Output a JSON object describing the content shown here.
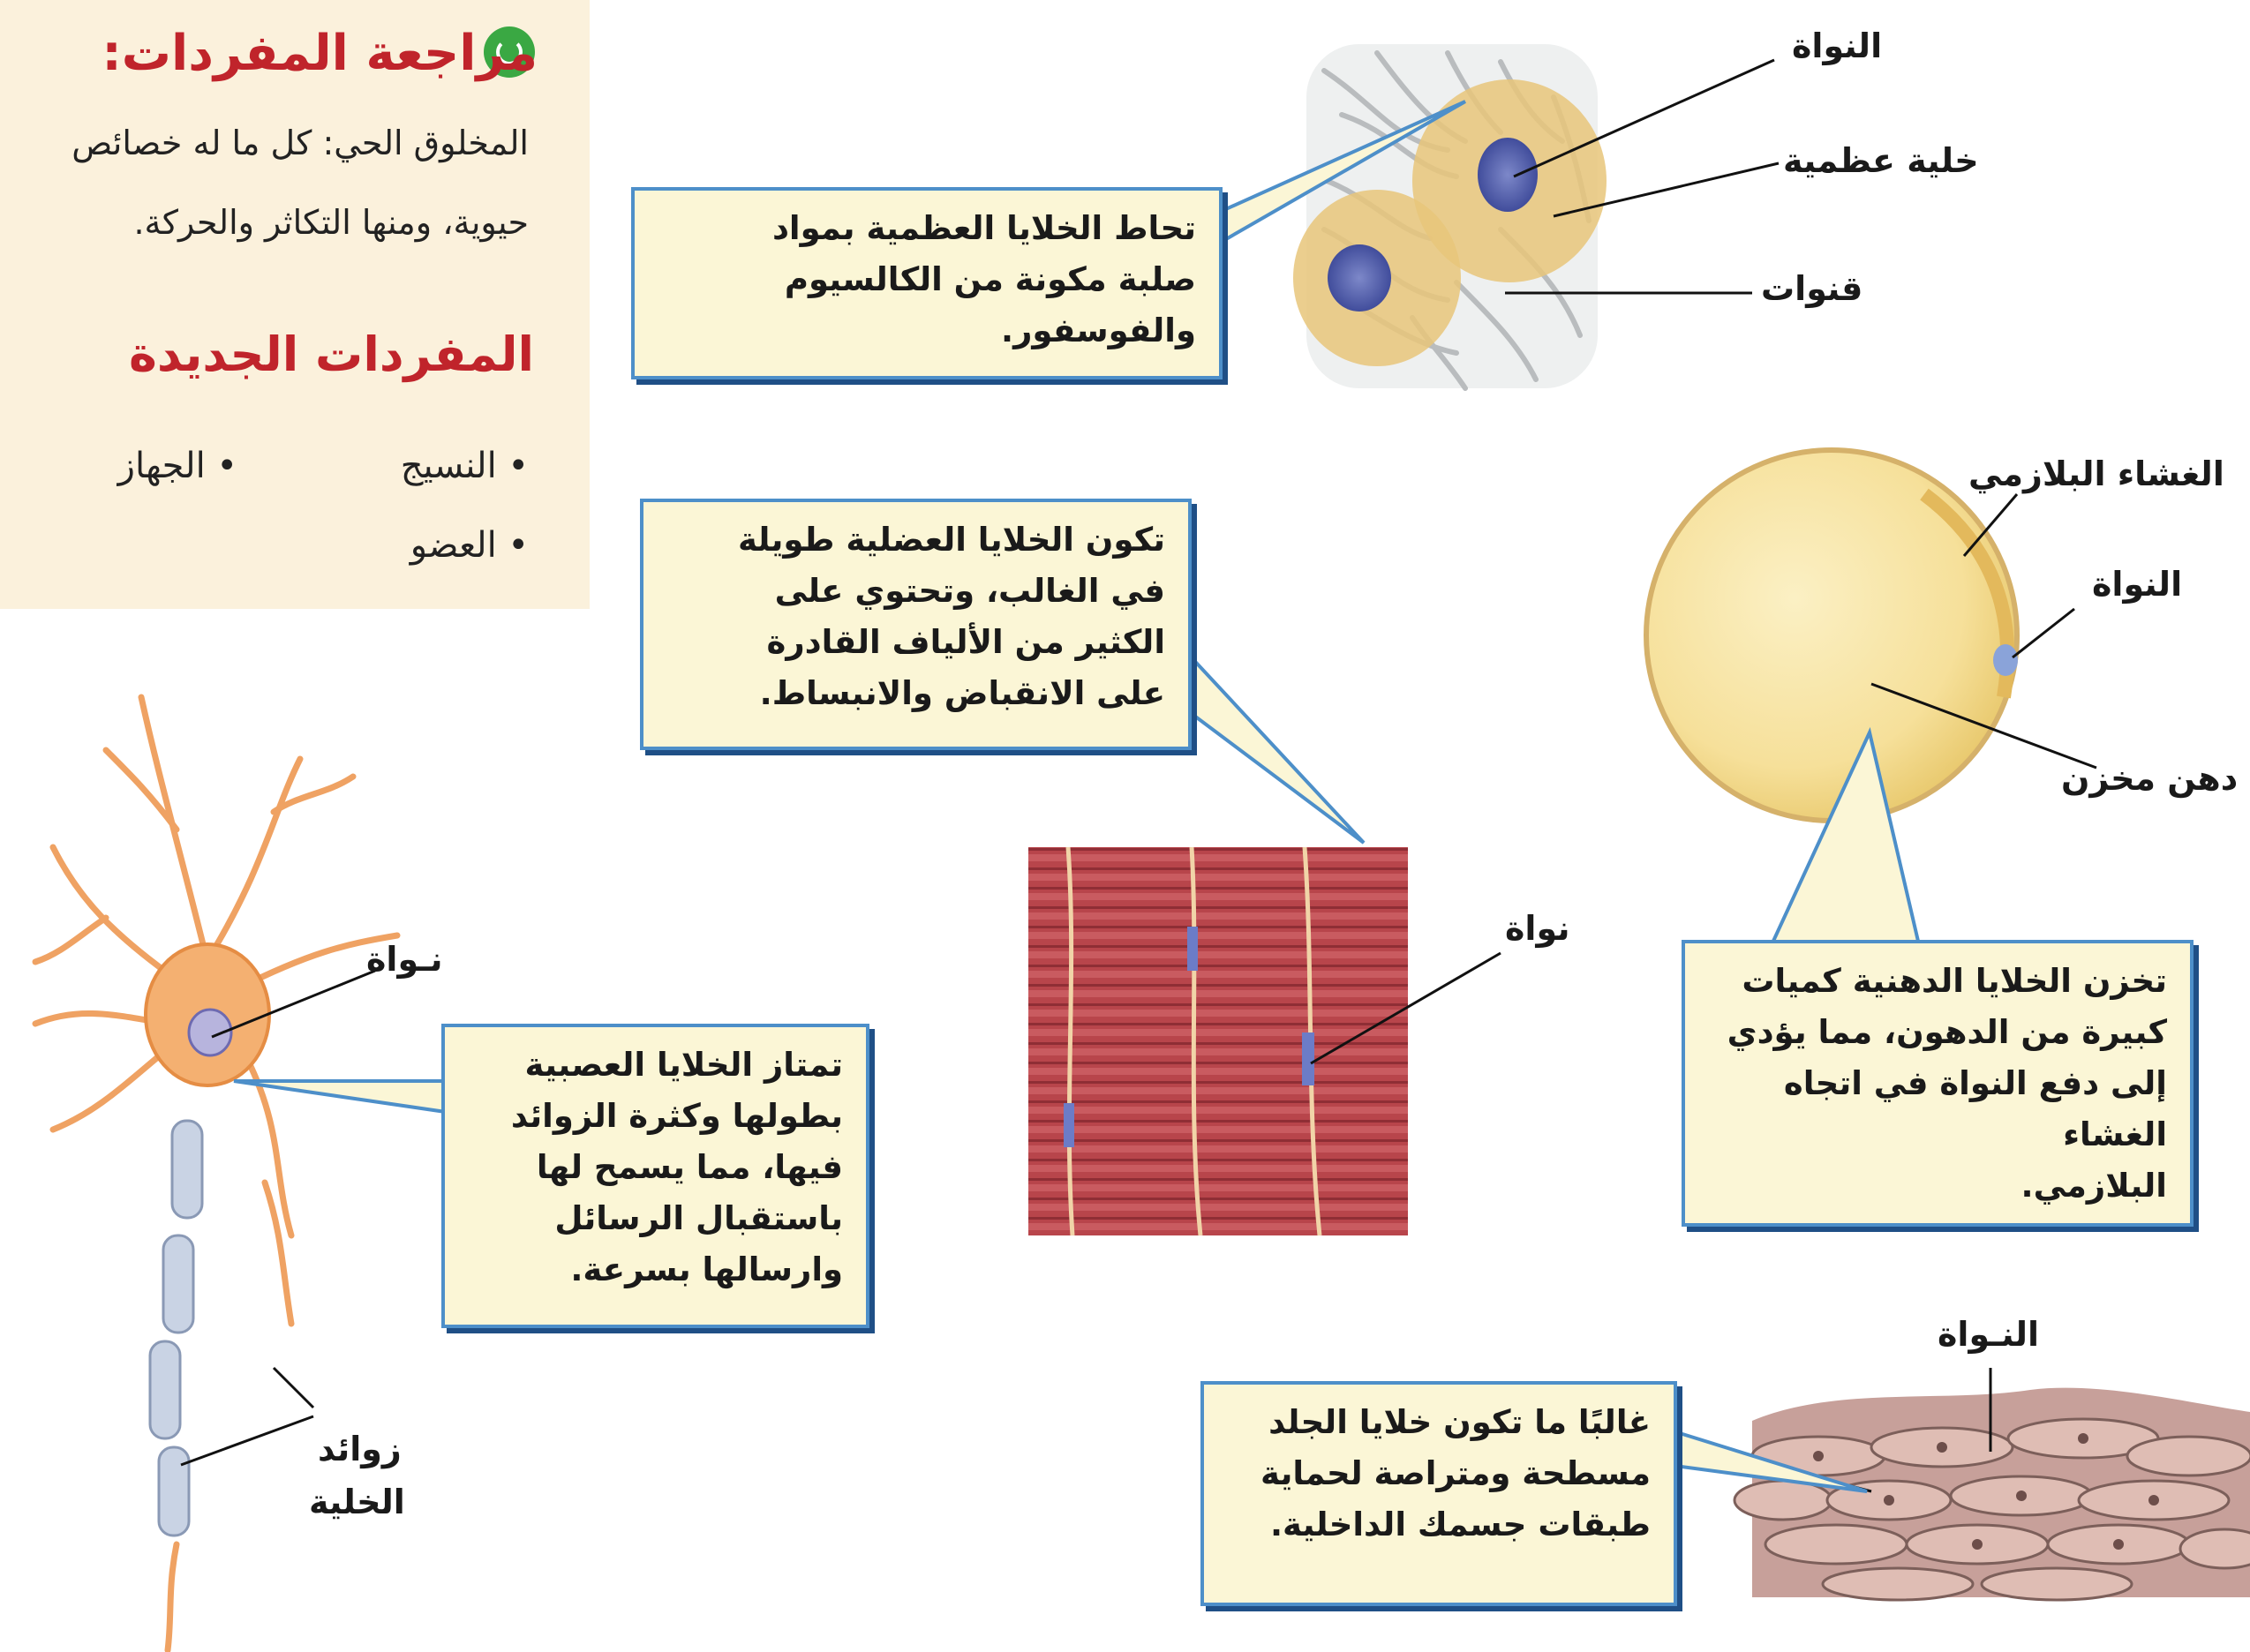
{
  "vocab": {
    "review_title": "مراجعة المفردات:",
    "organism_line1": "المخلوق الحي: كل ما له خصائص",
    "organism_line2": "حيوية، ومنها التكاثر والحركة.",
    "new_title": "المفردات الجديدة",
    "terms": [
      "• النسيج",
      "• الجهاز",
      "• العضو"
    ]
  },
  "bone": {
    "callout": "تحاط الخلايا العظمية بمواد\nصلبة مكونة من الكالسيوم\nوالفوسفور.",
    "labels": {
      "nucleus": "النواة",
      "bone_cell": "خلية عظمية",
      "canals": "قنوات"
    }
  },
  "muscle": {
    "callout": "تكون الخلايا العضلية طويلة\nفي الغالب، وتحتوي على\nالكثير من الألياف القادرة\nعلى الانقباض والانبساط.",
    "labels": {
      "nucleus": "نواة"
    }
  },
  "fat": {
    "callout": "تخزن الخلايا الدهنية كميات\nكبيرة من الدهون، مما يؤدي\nإلى دفع النواة في اتجاه الغشاء\nالبلازمي.",
    "labels": {
      "membrane": "الغشاء البلازمي",
      "nucleus": "النواة",
      "stored_fat": "دهن مخزن"
    }
  },
  "nerve": {
    "callout": "تمتاز الخلايا العصبية\nبطولها وكثرة الزوائد\nفيها، مما يسمح لها\nباستقبال الرسائل\nوارسالها بسرعة.",
    "labels": {
      "nucleus": "نـواة",
      "extensions_1": "زوائد",
      "extensions_2": "الخلية"
    }
  },
  "skin": {
    "callout": "غالبًا ما تكون خلايا الجلد\nمسطحة ومتراصة لحماية\nطبقات جسمك الداخلية.",
    "labels": {
      "nucleus": "النـواة"
    }
  }
}
